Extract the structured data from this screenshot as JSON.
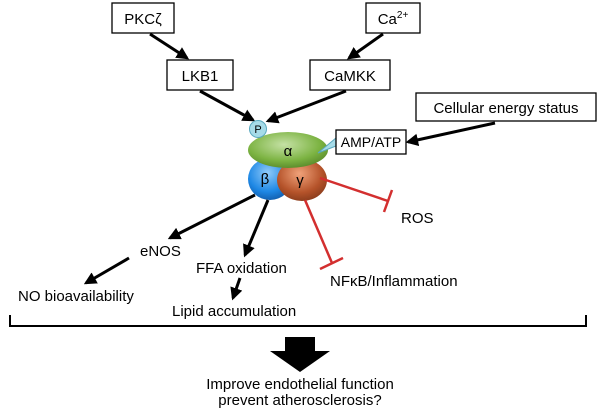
{
  "nodes": {
    "pkc": "PKCζ",
    "ca_base": "Ca",
    "ca_sup": "2+",
    "lkb1": "LKB1",
    "camkk": "CaMKK",
    "energy": "Cellular energy status",
    "amp_atp": "AMP/ATP",
    "p": "P",
    "alpha": "α",
    "beta": "β",
    "gamma": "γ",
    "ros": "ROS",
    "nfkb": "NFκB/Inflammation",
    "enos": "eNOS",
    "no": "NO bioavailability",
    "ffa": "FFA oxidation",
    "lipid": "Lipid accumulation",
    "outcome_line1": "Improve endothelial function",
    "outcome_line2": "prevent atherosclerosis?"
  },
  "colors": {
    "alpha_fill": "#7cb342",
    "beta_fill": "#1e88e5",
    "gamma_fill": "#b5532a",
    "phospho_fill": "#a6dbe8",
    "inhibit": "#d32f2f",
    "arrow": "#000000"
  }
}
